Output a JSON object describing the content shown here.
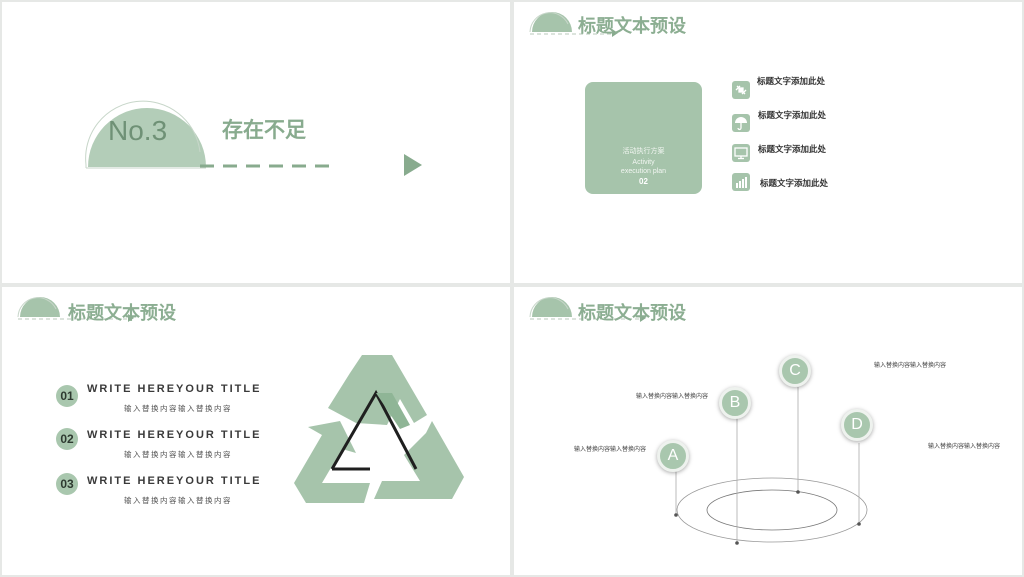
{
  "colors": {
    "accent": "#a6c4ab",
    "accent_dark": "#88ab8e",
    "title": "#8cae92"
  },
  "slide1": {
    "number": "No.3",
    "heading": "存在不足"
  },
  "slide2": {
    "title": "标题文本预设",
    "card": {
      "line1": "活动执行方案",
      "line2": "Activity",
      "line3": "execution plan",
      "line4": "02"
    },
    "items": [
      {
        "icon": "satellite-icon",
        "label": "标题文字添加此处"
      },
      {
        "icon": "umbrella-icon",
        "label": "标题文字添加此处"
      },
      {
        "icon": "monitor-icon",
        "label": "标题文字添加此处"
      },
      {
        "icon": "bar-chart-icon",
        "label": "标题文字添加此处"
      }
    ]
  },
  "slide3": {
    "title": "标题文本预设",
    "items": [
      {
        "num": "01",
        "title": "WRITE HEREYOUR TITLE",
        "sub": "输入替换内容输入替换内容"
      },
      {
        "num": "02",
        "title": "WRITE HEREYOUR TITLE",
        "sub": "输入替换内容输入替换内容"
      },
      {
        "num": "03",
        "title": "WRITE HEREYOUR TITLE",
        "sub": "输入替换内容输入替换内容"
      }
    ],
    "graphic_icon": "recycle-icon"
  },
  "slide4": {
    "title": "标题文本预设",
    "nodes": [
      {
        "letter": "A",
        "text": "输入替换内容输入替换内容"
      },
      {
        "letter": "B",
        "text": "输入替换内容输入替换内容"
      },
      {
        "letter": "C",
        "text": "输入替换内容输入替换内容"
      },
      {
        "letter": "D",
        "text": "输入替换内容输入替换内容"
      }
    ]
  }
}
